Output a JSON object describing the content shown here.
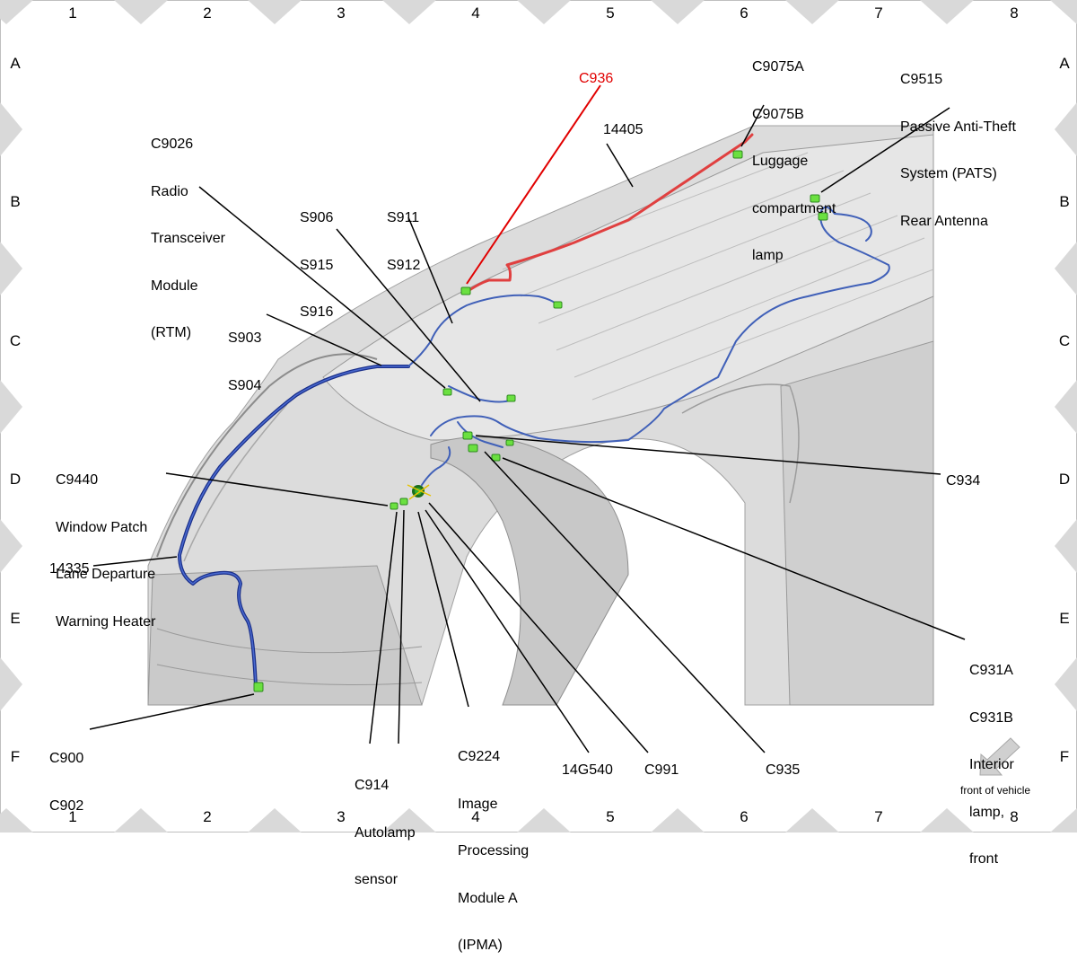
{
  "grid": {
    "columns": [
      "1",
      "2",
      "3",
      "4",
      "5",
      "6",
      "7",
      "8"
    ],
    "rows": [
      "A",
      "B",
      "C",
      "D",
      "E",
      "F"
    ]
  },
  "colors": {
    "highlight_harness": "#e04040",
    "highlight_label": "#e10000",
    "harness": "#4060b8",
    "harness_dark": "#1a2f8a",
    "connector": "#6be040",
    "body_panel": "#d4d4d4",
    "frame_triangle": "#d9d9d9"
  },
  "labels": {
    "c936": "C936",
    "h14405": "14405",
    "c9075": [
      "C9075A",
      "C9075B",
      "Luggage",
      "compartment",
      "lamp"
    ],
    "c9515": [
      "C9515",
      "Passive Anti-Theft",
      "System (PATS)",
      "Rear Antenna"
    ],
    "c9026": [
      "C9026",
      "Radio",
      "Transceiver",
      "Module",
      "(RTM)"
    ],
    "s906": [
      "S906",
      "S915",
      "S916"
    ],
    "s911": [
      "S911",
      "S912"
    ],
    "s903": [
      "S903",
      "S904"
    ],
    "c9440": [
      "C9440",
      "Window Patch",
      "Lane Departure",
      "Warning Heater"
    ],
    "c934": "C934",
    "h14335": "14335",
    "c931": [
      "C931A",
      "C931B",
      "Interior",
      "lamp,",
      "front"
    ],
    "c900": [
      "C900",
      "C902"
    ],
    "c914": [
      "C914",
      "Autolamp",
      "sensor"
    ],
    "c9224": [
      "C9224",
      "Image",
      "Processing",
      "Module A",
      "(IPMA)"
    ],
    "h14g540": "14G540",
    "c991": "C991",
    "c935": "C935"
  },
  "front_indicator": {
    "label": "front of vehicle",
    "icon": "arrow-down-left-icon"
  }
}
